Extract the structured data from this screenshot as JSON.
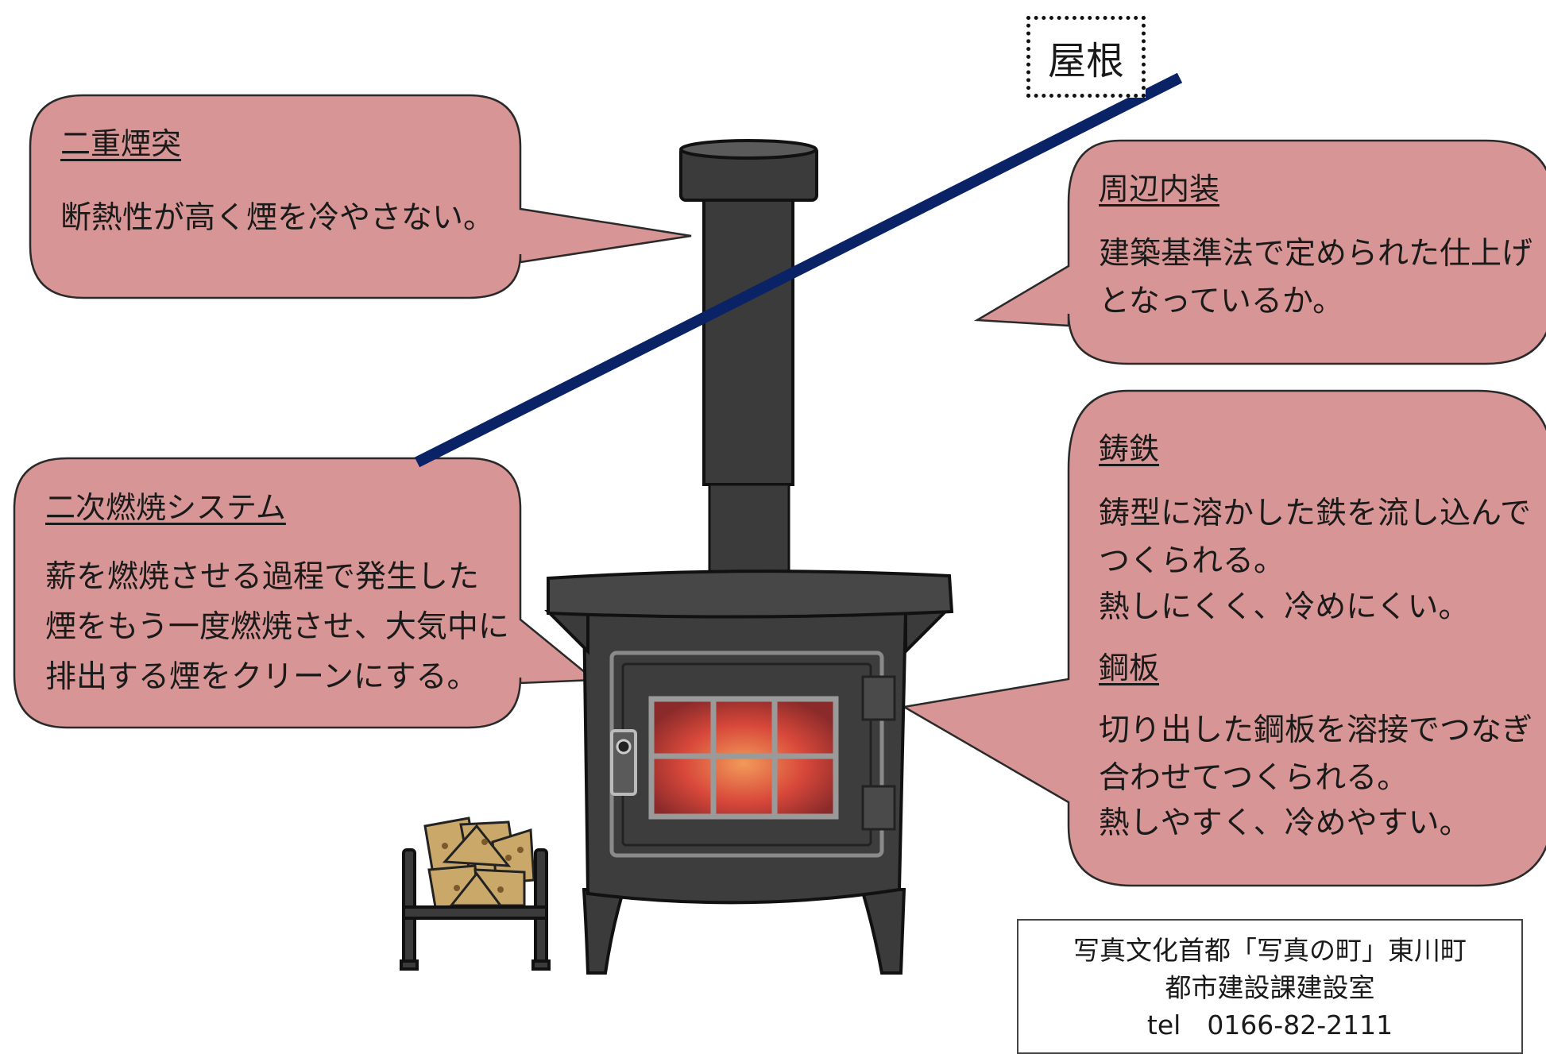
{
  "roof_label": "屋根",
  "callouts": {
    "double_chimney": {
      "title": "二重煙突",
      "lines": [
        "断熱性が高く煙を冷やさない。"
      ]
    },
    "interior": {
      "title": "周辺内装",
      "lines": [
        "建築基準法で定められた仕上げ",
        "となっているか。"
      ]
    },
    "secondary": {
      "title": "二次燃焼システム",
      "lines": [
        "薪を燃焼させる過程で発生した",
        "煙をもう一度燃焼させ、大気中に",
        "排出する煙をクリーンにする。"
      ]
    },
    "cast_iron": {
      "title": "鋳鉄",
      "lines": [
        "鋳型に溶かした鉄を流し込んで",
        "つくられる。",
        "熱しにくく、冷めにくい。"
      ]
    },
    "steel_plate": {
      "title": "鋼板",
      "lines": [
        "切り出した鋼板を溶接でつなぎ",
        "合わせてつくられる。",
        "熱しやすく、冷めやすい。"
      ]
    }
  },
  "contact": {
    "line1": "写真文化首都「写真の町」東川町",
    "line2": "都市建設課建設室",
    "line3": "tel　0166-82-2111"
  },
  "colors": {
    "callout_fill": "#d89595",
    "callout_stroke": "#2a2a2a",
    "roof_line": "#0a2266",
    "stove_body": "#3d3d3d",
    "fire": "#d8483a"
  }
}
